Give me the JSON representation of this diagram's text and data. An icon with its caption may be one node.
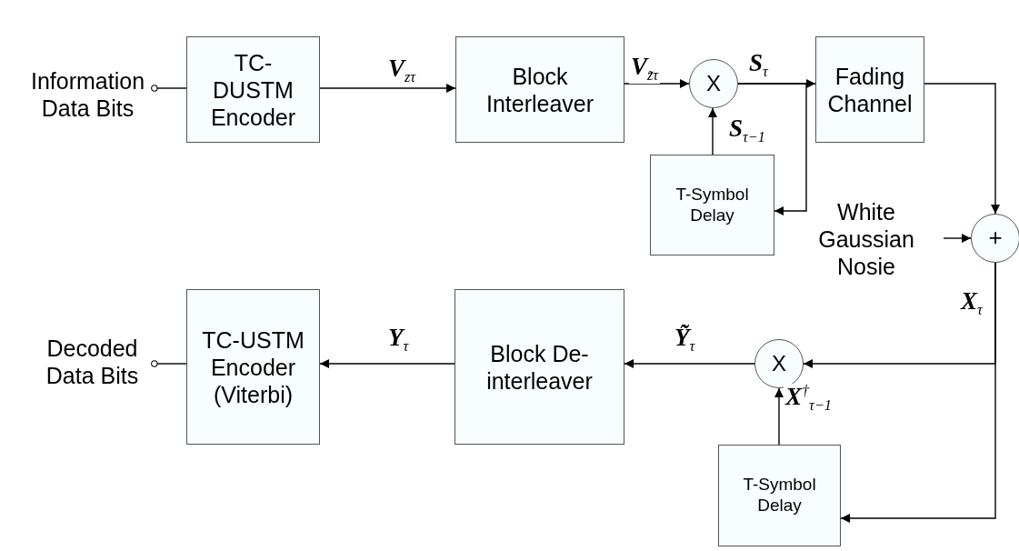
{
  "diagram": {
    "nodes": [
      {
        "text": [
          "Information Data Bits"
        ]
      },
      {
        "text": [
          "TC-DUSTM Encoder"
        ]
      },
      {
        "text": [
          "Block Interleaver"
        ]
      },
      {
        "text": [
          "X"
        ]
      },
      {
        "text": [
          "Fading Channel"
        ]
      },
      {
        "text": [
          "T-Symbol Delay"
        ]
      },
      {
        "text": [
          "White Gaussian Nosie"
        ]
      },
      {
        "text": [
          "+"
        ]
      },
      {
        "text": [
          "X"
        ]
      },
      {
        "text": [
          "Block De-interleaver"
        ]
      },
      {
        "text": [
          "TC-USTM Encoder (Viterbi)"
        ]
      },
      {
        "text": [
          "Decoded Data Bits"
        ]
      },
      {
        "text": [
          "T-Symbol Delay"
        ]
      }
    ],
    "edges": [
      {
        "from": 0,
        "to": 1,
        "arrow": "other"
      },
      {
        "from": 1,
        "to": 2,
        "arrow": "to",
        "label": "**V**$_{zτ}$"
      },
      {
        "from": 2,
        "to": 3,
        "arrow": "to",
        "label": "**V**$_{z̃τ}$"
      },
      {
        "from": 3,
        "to": 4,
        "arrow": "to",
        "label": "**S**$_{τ}$"
      },
      {
        "from": 3,
        "to": 5,
        "arrow": "to"
      },
      {
        "from": 5,
        "to": 3,
        "arrow": "to",
        "label": "**S**$_{τ−1}$"
      },
      {
        "from": 4,
        "to": 7,
        "arrow": "to"
      },
      {
        "from": 6,
        "to": 7,
        "arrow": "to"
      },
      {
        "from": 7,
        "to": 8,
        "arrow": "to",
        "label": "**X**$_{τ}$"
      },
      {
        "from": 7,
        "to": 12,
        "arrow": "to"
      },
      {
        "from": 12,
        "to": 8,
        "arrow": "to",
        "label": "**X**$^{†}$$_{τ−1}$"
      },
      {
        "from": 8,
        "to": 9,
        "arrow": "to",
        "label": "**Ỹ**$_{τ}$"
      },
      {
        "from": 9,
        "to": 10,
        "arrow": "to",
        "label": "**Y**$_{τ}$"
      },
      {
        "from": 11,
        "to": 10,
        "arrow": "other"
      }
    ]
  }
}
